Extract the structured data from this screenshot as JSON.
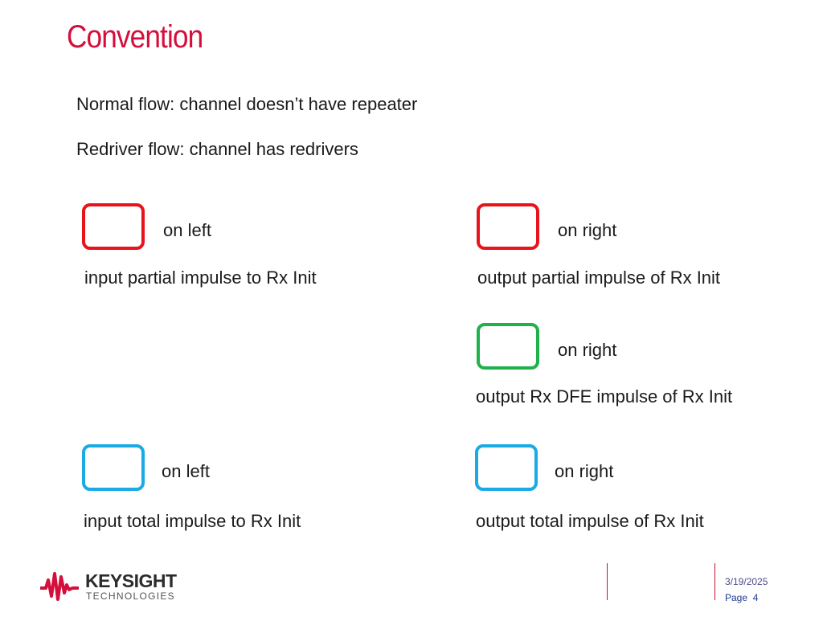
{
  "slide": {
    "title": "Convention",
    "lines": [
      "Normal flow: channel doesn’t have repeater",
      "Redriver flow: channel has redrivers"
    ]
  },
  "legend": [
    {
      "color": "#e8141c",
      "side": "on left",
      "caption": "input partial impulse to Rx Init"
    },
    {
      "color": "#e8141c",
      "side": "on right",
      "caption": "output partial impulse of Rx Init"
    },
    {
      "color": "#1fb14a",
      "side": "on right",
      "caption": "output Rx DFE impulse of Rx Init"
    },
    {
      "color": "#1aaae6",
      "side": "on left",
      "caption": "input total impulse to Rx Init"
    },
    {
      "color": "#1aaae6",
      "side": "on right",
      "caption": "output total impulse of Rx Init"
    }
  ],
  "colors": {
    "title": "#d40f3b",
    "brand_red": "#d40f3b",
    "footer_date": "#4a4a8a",
    "footer_page": "#1d3a8f"
  },
  "footer": {
    "logo_word": "KEYSIGHT",
    "logo_sub": "TECHNOLOGIES",
    "date": "3/19/2025",
    "page_label": "Page",
    "page_number": "4"
  }
}
